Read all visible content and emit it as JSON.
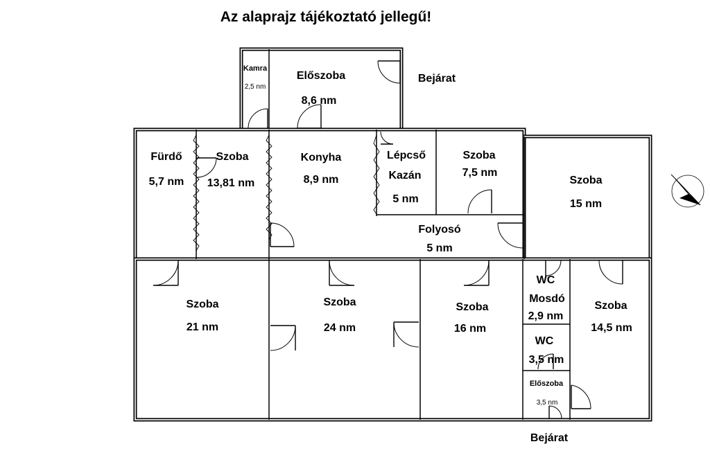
{
  "title": "Az alaprajz tájékoztató jellegű!",
  "entrances": {
    "top": "Bejárat",
    "bottom": "Bejárat"
  },
  "rooms": {
    "kamra": {
      "name": "Kamra",
      "area": "2,5 nm"
    },
    "eloszoba_top": {
      "name": "Előszoba",
      "area": "8,6 nm"
    },
    "furdo": {
      "name": "Fürdő",
      "area": "5,7 nm"
    },
    "szoba_small": {
      "name": "Szoba",
      "area": "13,81 nm"
    },
    "konyha": {
      "name": "Konyha",
      "area": "8,9 nm"
    },
    "lepcso": {
      "name": "Lépcső",
      "name2": "Kazán",
      "area": "5 nm"
    },
    "szoba_75": {
      "name": "Szoba",
      "area": "7,5 nm"
    },
    "szoba_15": {
      "name": "Szoba",
      "area": "15 nm"
    },
    "folyoso": {
      "name": "Folyosó",
      "area": "5 nm"
    },
    "szoba_21": {
      "name": "Szoba",
      "area": "21 nm"
    },
    "szoba_24": {
      "name": "Szoba",
      "area": "24 nm"
    },
    "szoba_16": {
      "name": "Szoba",
      "area": "16 nm"
    },
    "wc_mosdo": {
      "name": "WC",
      "name2": "Mosdó",
      "area": "2,9 nm"
    },
    "wc": {
      "name": "WC",
      "area": "3,5 nm"
    },
    "eloszoba_small": {
      "name": "Előszoba",
      "area": "3,5 nm"
    },
    "szoba_145": {
      "name": "Szoba",
      "area": "14,5 nm"
    }
  },
  "compass": {
    "icon": "north-arrow-icon"
  }
}
